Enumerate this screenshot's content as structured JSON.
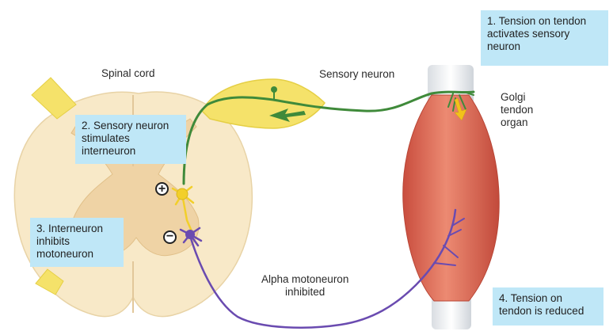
{
  "callouts": {
    "step1": "1. Tension on tendon\nactivates sensory\nneuron",
    "step2": "2. Sensory neuron\nstimulates\ninterneuron",
    "step3": "3. Interneuron\ninhibits\nmotoneuron",
    "step4": "4. Tension on\ntendon is reduced"
  },
  "labels": {
    "spinal_cord": "Spinal cord",
    "sensory_neuron": "Sensory neuron",
    "golgi_tendon_organ": "Golgi\ntendon\norgan",
    "alpha_motoneuron": "Alpha motoneuron\ninhibited"
  },
  "signs": {
    "excitatory": "+",
    "inhibitory": "−"
  },
  "colors": {
    "callout_bg": "#bfe7f7",
    "sensory_neuron": "#3f8a3a",
    "motoneuron": "#6a4bb0",
    "interneuron": "#f2cf2a",
    "muscle": "#d9644f",
    "spinal_white_matter": "#f8e9c8",
    "spinal_gray_matter": "#efd3a5"
  }
}
